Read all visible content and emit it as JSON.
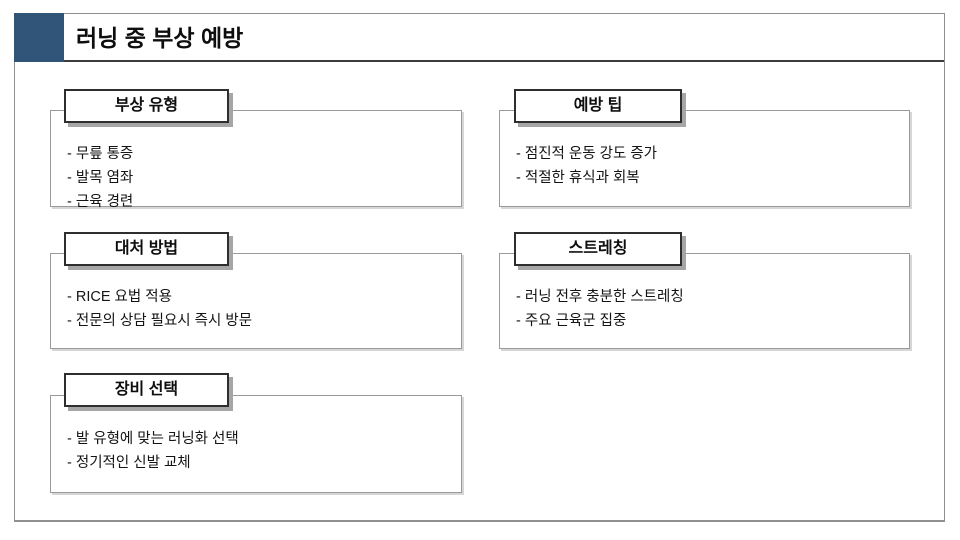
{
  "title": "러닝 중 부상 예방",
  "accent_color": "#315579",
  "sections": [
    {
      "title": "부상 유형",
      "items": [
        "- 무릎 통증",
        "- 발목 염좌",
        "- 근육 경련"
      ]
    },
    {
      "title": "예방 팁",
      "items": [
        "- 점진적 운동 강도 증가",
        "- 적절한 휴식과 회복"
      ]
    },
    {
      "title": "대처 방법",
      "items": [
        "- RICE 요법 적용",
        "- 전문의 상담 필요시 즉시 방문"
      ]
    },
    {
      "title": "스트레칭",
      "items": [
        "- 러닝 전후 충분한 스트레칭",
        "- 주요 근육군 집중"
      ]
    },
    {
      "title": "장비 선택",
      "items": [
        "- 발 유형에 맞는 러닝화 선택",
        "- 정기적인 신발 교체"
      ]
    }
  ]
}
